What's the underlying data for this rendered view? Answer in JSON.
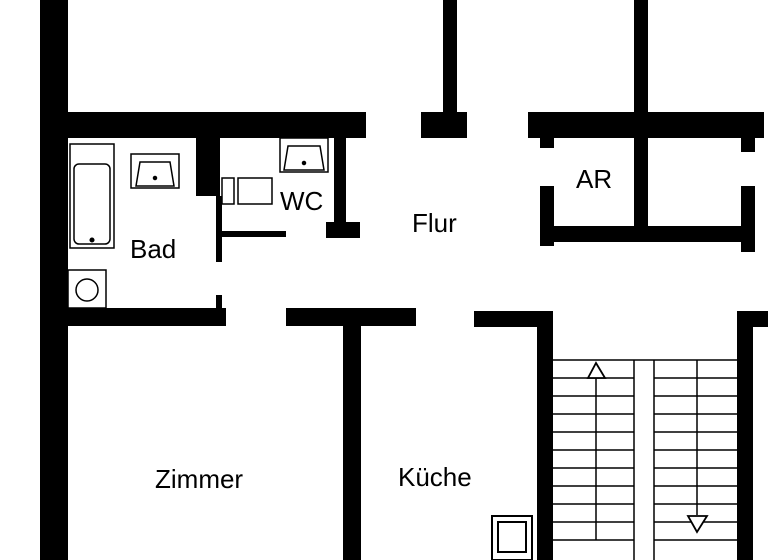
{
  "floorplan": {
    "rooms": {
      "bad": "Bad",
      "wc": "WC",
      "flur": "Flur",
      "ar": "AR",
      "zimmer": "Zimmer",
      "kueche": "Küche"
    },
    "colors": {
      "wall": "#000000",
      "background": "#ffffff"
    },
    "icons": {
      "bathtub": "bathtub-icon",
      "sink": "sink-icon",
      "washing_machine": "washing-machine-icon",
      "stove": "stove-icon",
      "stair_up": "arrow-up-icon",
      "stair_down": "arrow-down-icon"
    }
  }
}
